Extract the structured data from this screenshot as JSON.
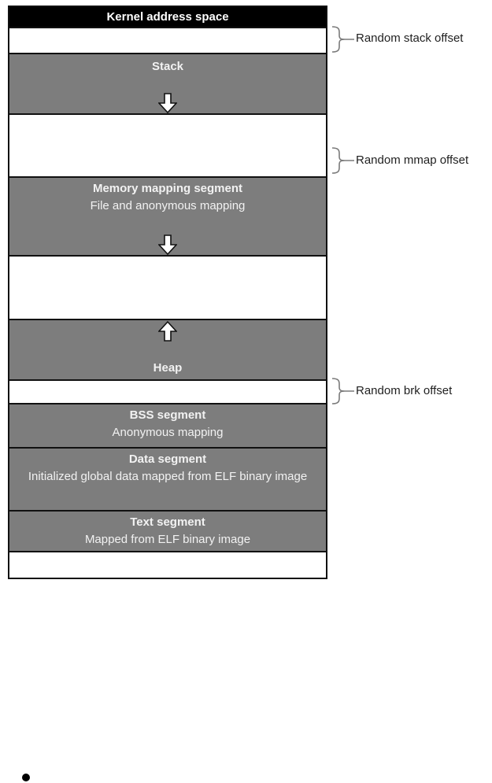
{
  "diagram": {
    "segments": [
      {
        "id": "kernel",
        "title": "Kernel address space"
      },
      {
        "id": "stack",
        "title": "Stack"
      },
      {
        "id": "mmap",
        "title": "Memory mapping segment",
        "subtitle": "File and anonymous mapping"
      },
      {
        "id": "heap",
        "title": "Heap"
      },
      {
        "id": "bss",
        "title": "BSS segment",
        "subtitle": "Anonymous mapping"
      },
      {
        "id": "data",
        "title": "Data segment",
        "subtitle": "Initialized global data mapped from ELF binary image"
      },
      {
        "id": "text",
        "title": "Text segment",
        "subtitle": "Mapped from ELF binary image"
      }
    ],
    "annotations": [
      {
        "label": "Random stack offset"
      },
      {
        "label": "Random mmap offset"
      },
      {
        "label": "Random brk offset"
      }
    ],
    "icons": {
      "stack_growth": "down-block-arrow",
      "mmap_growth": "down-block-arrow",
      "heap_growth": "up-block-arrow",
      "footer_bullet": "filled-circle"
    },
    "colors": {
      "segment_fill": "#7d7d7d",
      "kernel_fill": "#000000",
      "border": "#111111",
      "segment_text": "#f2f2f2",
      "annotation_text": "#1f1f1f",
      "brace": "#7a7a7a",
      "arrow_fill": "#ffffff"
    }
  }
}
